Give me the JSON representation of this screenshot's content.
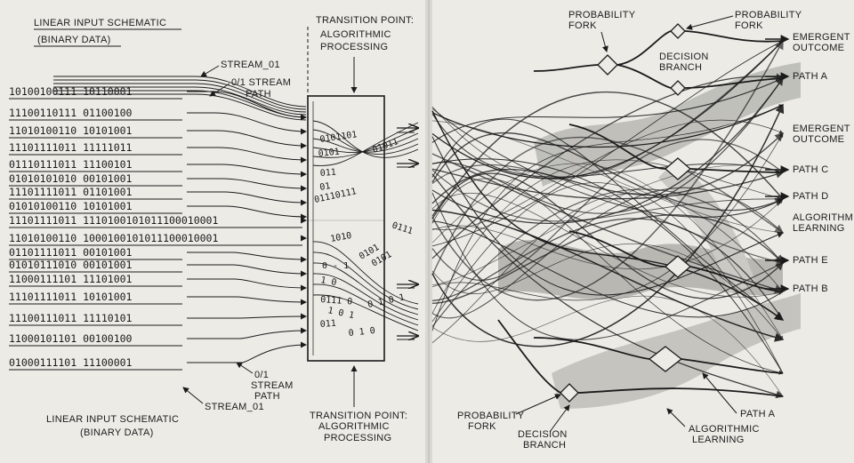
{
  "title_top": [
    "LINEAR INPUT SCHEMATIC",
    "(BINARY DATA)"
  ],
  "title_bottom": [
    "LINEAR INPUT SCHEMATIC",
    "(BINARY DATA)"
  ],
  "stream_top": "STREAM_01",
  "stream_path_top": [
    "0/1 STREAM",
    "PATH"
  ],
  "stream_bottom": "STREAM_01",
  "stream_path_bottom": [
    "0/1",
    "STREAM",
    "PATH"
  ],
  "transition_top": [
    "TRANSITION POINT:",
    "ALGORITHMIC",
    "PROCESSING"
  ],
  "transition_bottom": [
    "TRANSITION POINT:",
    "ALGORITHMIC",
    "PROCESSING"
  ],
  "binary_rows": [
    "10100100111 10110001",
    "11100110111 01100100",
    "11010100110 10101001",
    "11101111011 11111011",
    "01110111011 11100101",
    "01010101010 00101001",
    "11101111011 01101001",
    "01010100110 10101001",
    "11101111011 1110100101011100010001",
    "11010100110 1000100101011100010001",
    "01101111011 00101001",
    "01010111010 00101001",
    "11000111101 11101001",
    "11101111011 10101001",
    "11100111011 11110101",
    "11000101101 00100100",
    "01000111101 11100001"
  ],
  "box_fragments": [
    "0101101",
    "0101",
    "011",
    "01",
    "01110111",
    "01011",
    "0111",
    "1010",
    "0 - 1",
    "1 0",
    "0111 0",
    "1 0 1",
    "0101",
    "011",
    "0 1 0 1",
    "0 1 0",
    "0101"
  ],
  "probability_fork_top_left": [
    "PROBABILITY",
    "FORK"
  ],
  "probability_fork_top_right": [
    "PROBABILITY",
    "FORK"
  ],
  "decision_branch_top": [
    "DECISION",
    "BRANCH"
  ],
  "right_labels": [
    {
      "lines": [
        "EMERGENT",
        "OUTCOME"
      ],
      "arrow": true
    },
    {
      "lines": [
        "PATH A"
      ],
      "arrow": true
    },
    {
      "lines": [
        "EMERGENT",
        "OUTCOME"
      ],
      "arrow": false
    },
    {
      "lines": [
        "PATH C"
      ],
      "arrow": true
    },
    {
      "lines": [
        "PATH D"
      ],
      "arrow": true
    },
    {
      "lines": [
        "ALGORITHMIC",
        "LEARNING"
      ],
      "arrow": false
    },
    {
      "lines": [
        "PATH E"
      ],
      "arrow": true
    },
    {
      "lines": [
        "PATH B"
      ],
      "arrow": true
    }
  ],
  "probability_fork_bottom": [
    "PROBABILITY",
    "FORK"
  ],
  "decision_branch_bottom": [
    "DECISION",
    "BRANCH"
  ],
  "path_a_bottom": "PATH A",
  "algorithmic_learning_bottom": [
    "ALGORITHMIC",
    "LEARNING"
  ]
}
